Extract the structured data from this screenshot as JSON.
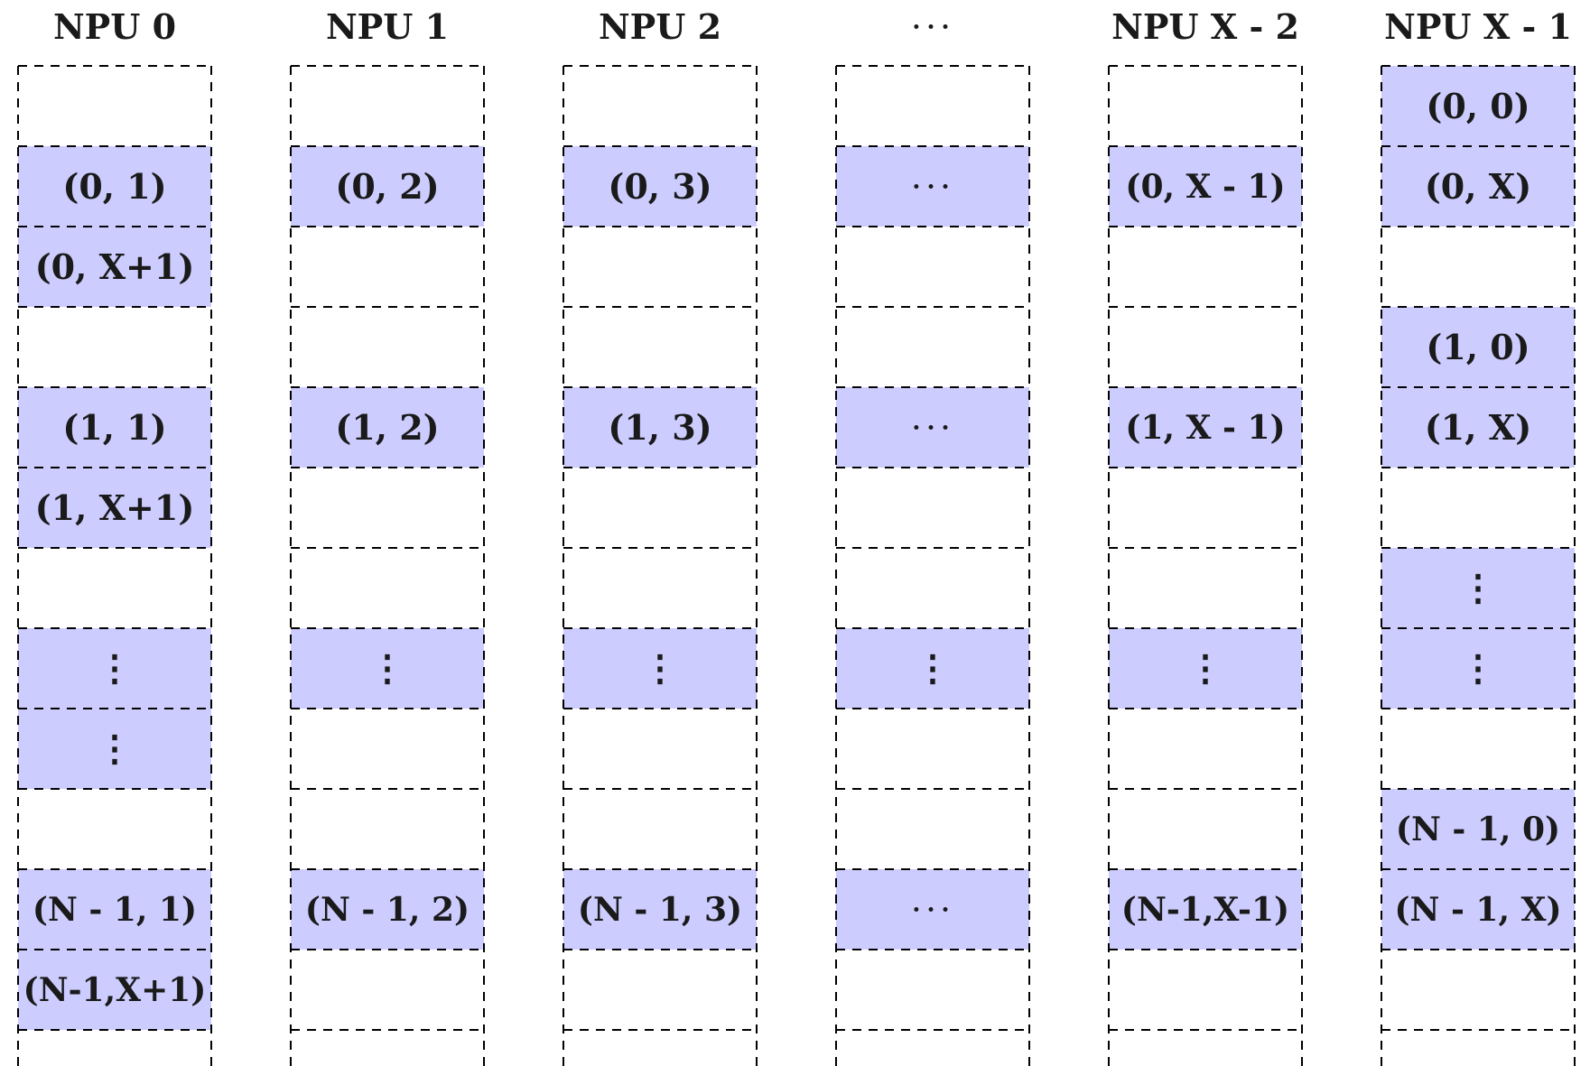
{
  "columns": [
    {
      "title": "NPU 0",
      "cells": [
        "",
        "(0, 1)",
        "(0, X+1)",
        "",
        "(1, 1)",
        "(1, X+1)",
        "",
        "⋮",
        "⋮",
        "",
        "(N - 1, 1)",
        "(N-1,X+1)",
        ""
      ],
      "filled": [
        false,
        true,
        true,
        false,
        true,
        true,
        false,
        true,
        true,
        false,
        true,
        true,
        false
      ]
    },
    {
      "title": "NPU 1",
      "cells": [
        "",
        "(0, 2)",
        "",
        "",
        "(1, 2)",
        "",
        "",
        "⋮",
        "",
        "",
        "(N - 1, 2)",
        "",
        ""
      ],
      "filled": [
        false,
        true,
        false,
        false,
        true,
        false,
        false,
        true,
        false,
        false,
        true,
        false,
        false
      ]
    },
    {
      "title": "NPU 2",
      "cells": [
        "",
        "(0, 3)",
        "",
        "",
        "(1, 3)",
        "",
        "",
        "⋮",
        "",
        "",
        "(N - 1, 3)",
        "",
        ""
      ],
      "filled": [
        false,
        true,
        false,
        false,
        true,
        false,
        false,
        true,
        false,
        false,
        true,
        false,
        false
      ]
    },
    {
      "title": "···",
      "cells": [
        "",
        "···",
        "",
        "",
        "···",
        "",
        "",
        "⋮",
        "",
        "",
        "···",
        "",
        ""
      ],
      "filled": [
        false,
        true,
        false,
        false,
        true,
        false,
        false,
        true,
        false,
        false,
        true,
        false,
        false
      ]
    },
    {
      "title": "NPU X - 2",
      "cells": [
        "",
        "(0, X - 1)",
        "",
        "",
        "(1, X - 1)",
        "",
        "",
        "⋮",
        "",
        "",
        "(N-1,X-1)",
        "",
        ""
      ],
      "filled": [
        false,
        true,
        false,
        false,
        true,
        false,
        false,
        true,
        false,
        false,
        true,
        false,
        false
      ]
    },
    {
      "title": "NPU X - 1",
      "cells": [
        "(0, 0)",
        "(0, X)",
        "",
        "(1, 0)",
        "(1, X)",
        "",
        "⋮",
        "⋮",
        "",
        "(N - 1, 0)",
        "(N - 1, X)",
        "",
        ""
      ],
      "filled": [
        true,
        true,
        false,
        true,
        true,
        false,
        true,
        true,
        false,
        true,
        true,
        false,
        false
      ]
    }
  ],
  "colors": {
    "fill": "#ccccff",
    "border": "#000000"
  }
}
